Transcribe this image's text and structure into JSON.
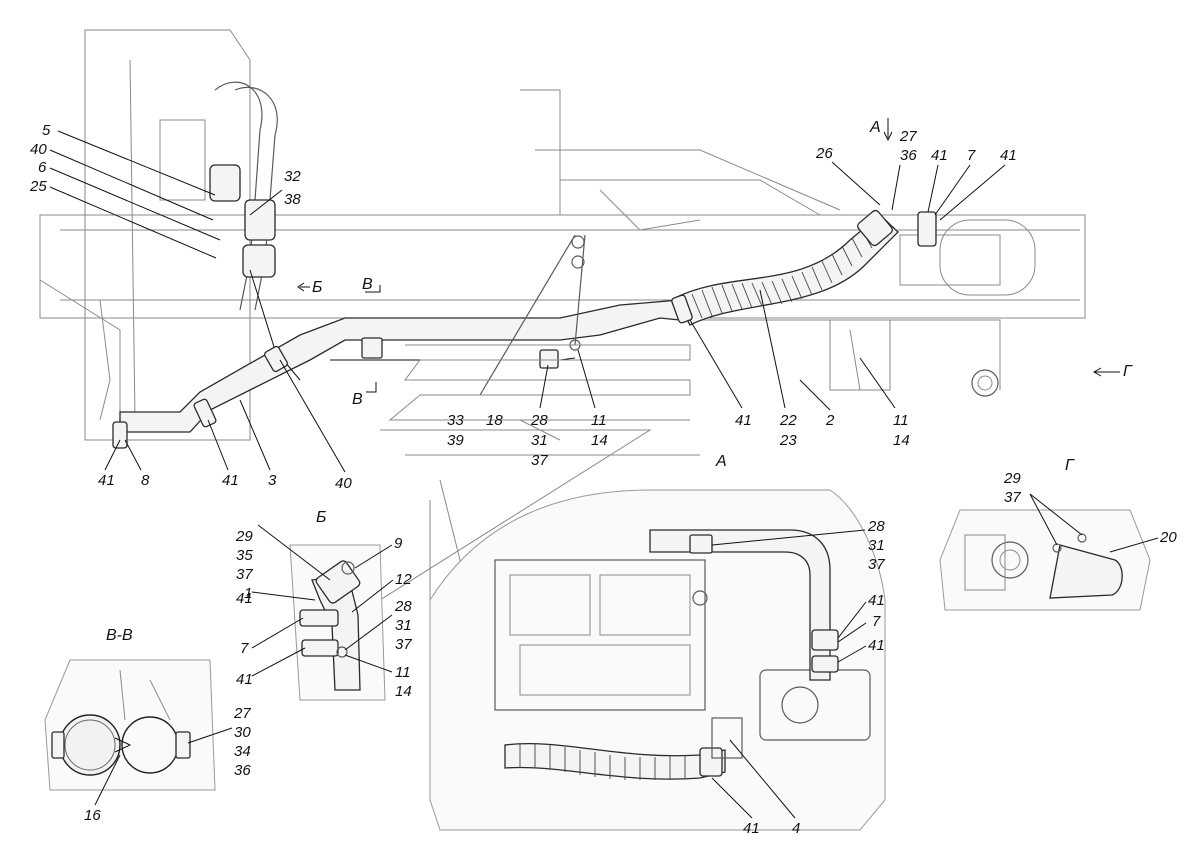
{
  "main_view": {
    "callouts": {
      "c5": "5",
      "c40a": "40",
      "c6": "6",
      "c25": "25",
      "c32": "32",
      "c38": "38",
      "c26": "26",
      "c27a": "27",
      "c36a": "36",
      "c41a": "41",
      "c7a": "7",
      "c41b": "41",
      "c33": "33",
      "c39": "39",
      "c18": "18",
      "c28a": "28",
      "c31a": "31",
      "c37a": "37",
      "c11a": "11",
      "c14a": "14",
      "c41c": "41",
      "c22": "22",
      "c23": "23",
      "c2": "2",
      "c11b": "11",
      "c14b": "14",
      "c41d": "41",
      "c8": "8",
      "c41e": "41",
      "c3": "3",
      "c40b": "40"
    },
    "section_markers": {
      "view_a_arrow": "А",
      "view_b_arrow": "Б",
      "view_v_top": "В",
      "view_v_bottom": "В",
      "view_g_arrow": "Г"
    }
  },
  "view_b": {
    "title": "Б",
    "callouts": {
      "c29": "29",
      "c35": "35",
      "c37": "37",
      "c1": "1",
      "c9": "9",
      "c12": "12",
      "c41a": "41",
      "c28": "28",
      "c31": "31",
      "c37b": "37",
      "c7": "7",
      "c41b": "41",
      "c11": "11",
      "c14": "14"
    }
  },
  "view_vv": {
    "title": "В-В",
    "callouts": {
      "c27": "27",
      "c30": "30",
      "c34": "34",
      "c36": "36",
      "c16": "16"
    }
  },
  "view_a": {
    "title": "А",
    "callouts": {
      "c28": "28",
      "c31": "31",
      "c37": "37",
      "c41a": "41",
      "c7": "7",
      "c41b": "41",
      "c41c": "41",
      "c4": "4"
    }
  },
  "view_g": {
    "title": "Г",
    "callouts": {
      "c29": "29",
      "c37": "37",
      "c20": "20"
    }
  }
}
